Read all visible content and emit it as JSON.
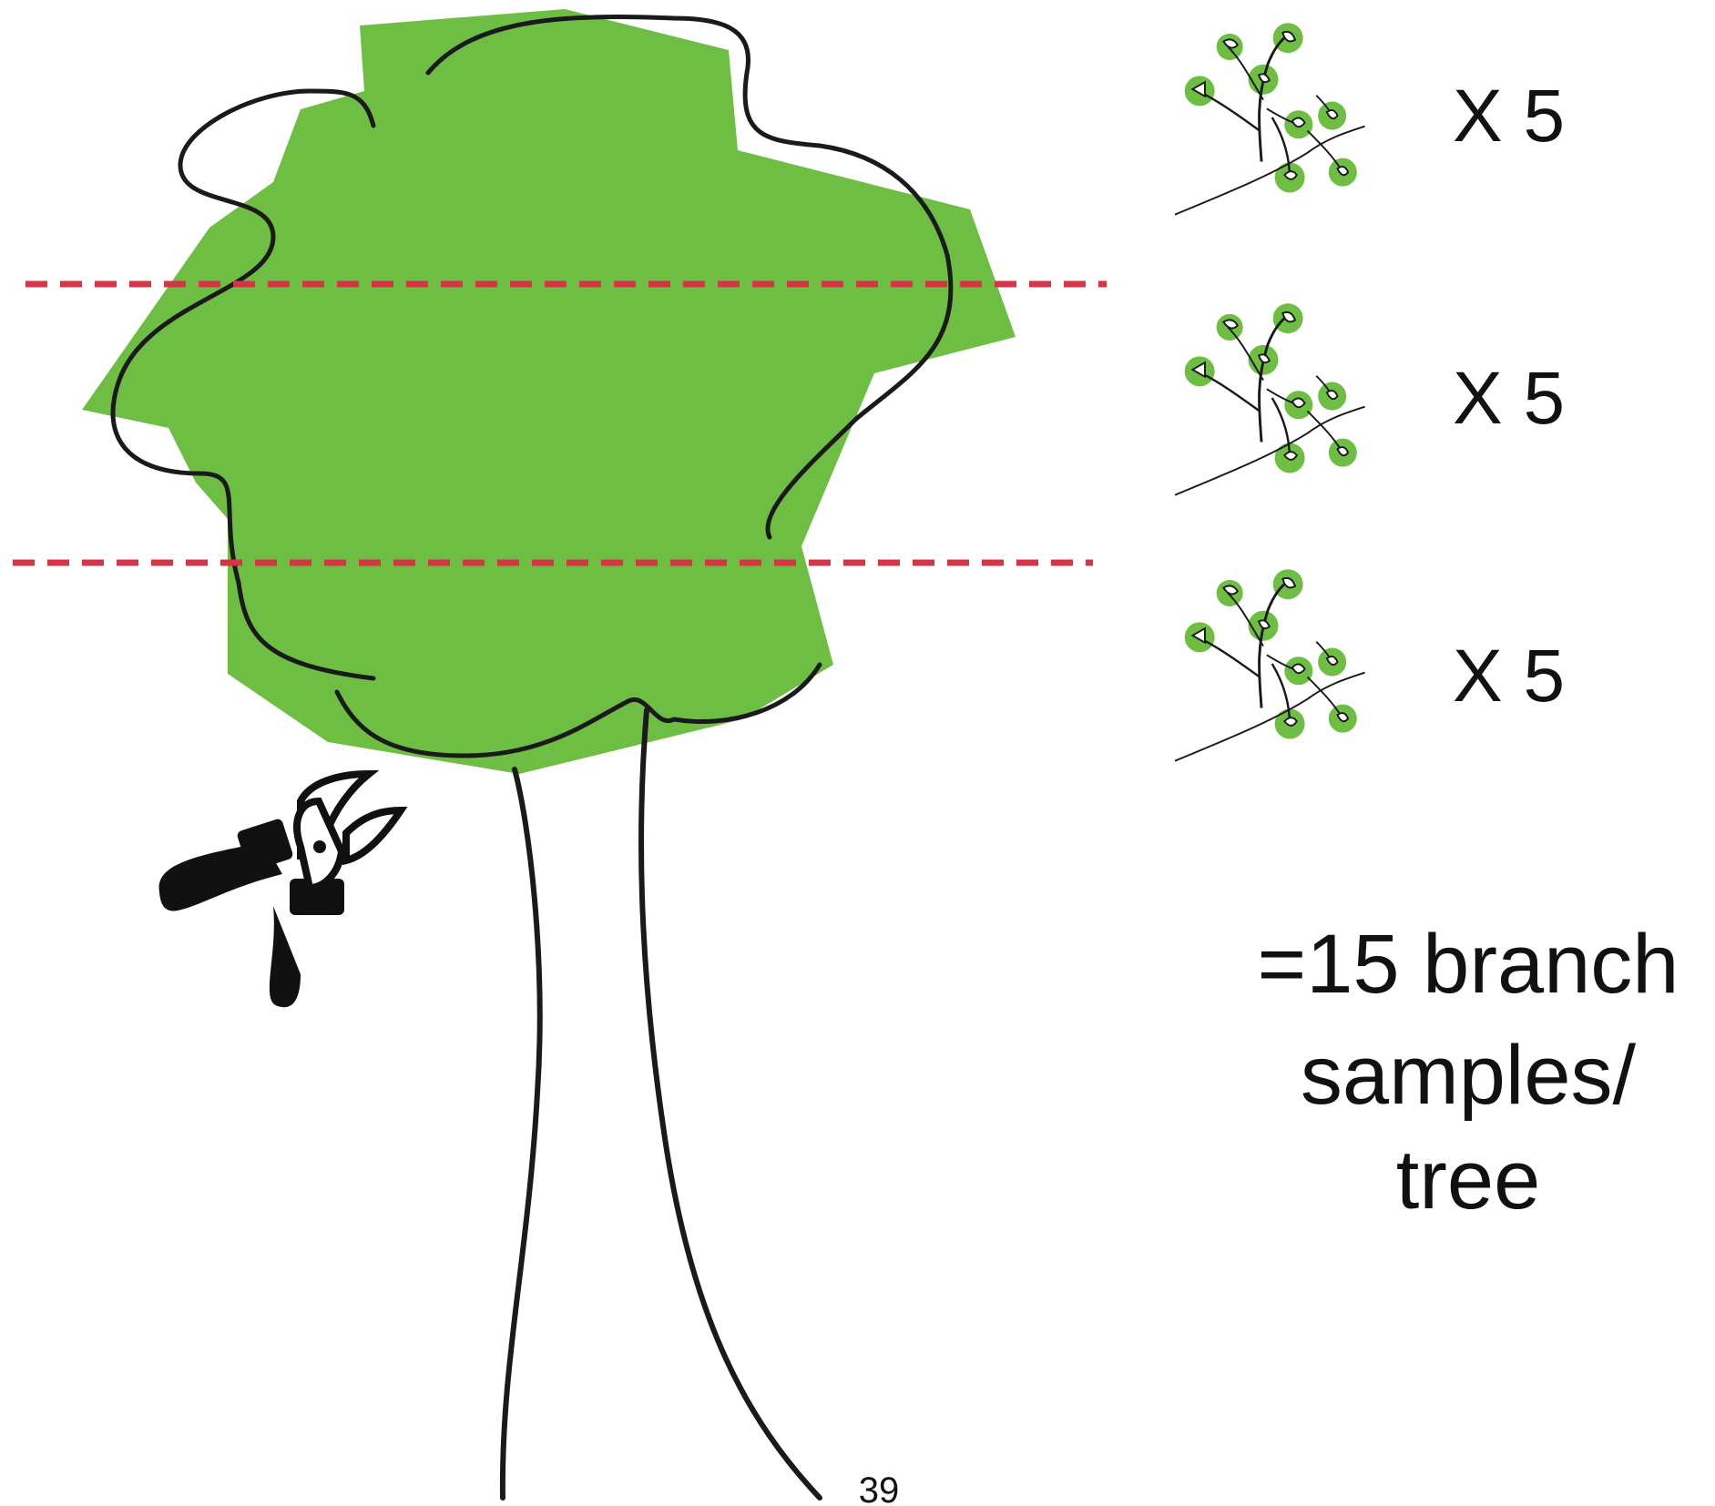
{
  "colors": {
    "canopy": "#6fbe44",
    "outline": "#1a1a1a",
    "cut_line": "#d63447",
    "leaf": "#6fbe44",
    "text": "#111111"
  },
  "icons": {
    "pruner": "pruning-shears-icon",
    "branch": "branch-sample-icon"
  },
  "branch_samples": [
    {
      "label": "X 5"
    },
    {
      "label": "X 5"
    },
    {
      "label": "X 5"
    }
  ],
  "total": {
    "line1": "=15 branch",
    "line2": "samples/",
    "line3": "tree"
  },
  "page_number": "39"
}
